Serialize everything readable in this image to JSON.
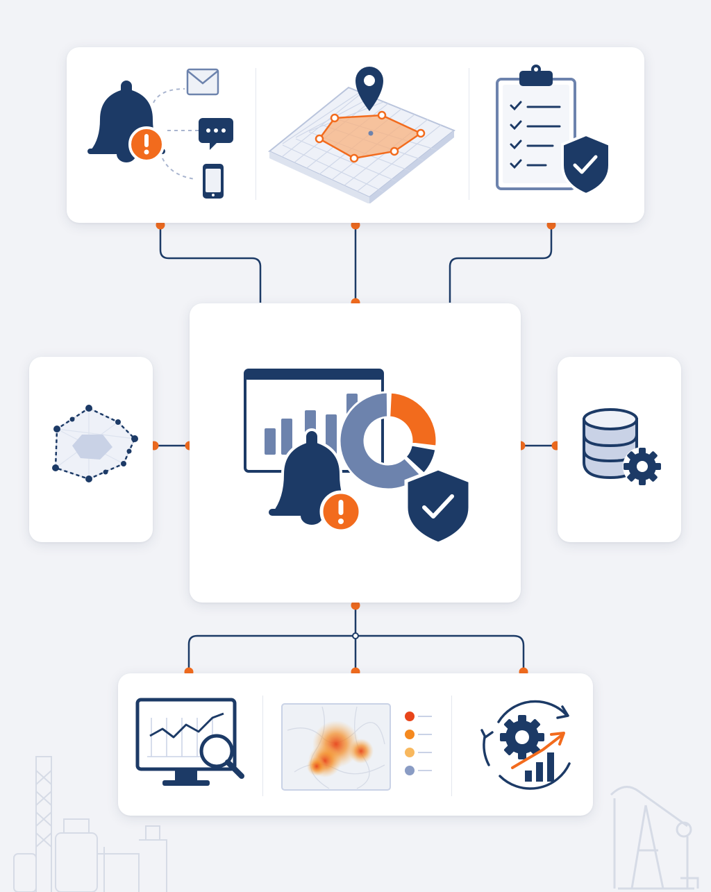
{
  "colors": {
    "navy": "#1c3a66",
    "orange": "#f26b1d",
    "slate": "#6d83ad",
    "light_slate": "#c9d2e6",
    "background": "#f2f3f7",
    "card": "#ffffff"
  },
  "top_panel": {
    "items": [
      {
        "name": "alert-notification-channels",
        "icons": [
          "bell-icon",
          "alert-badge-icon",
          "email-icon",
          "chat-icon",
          "smartphone-icon"
        ]
      },
      {
        "name": "geofence-map",
        "icons": [
          "location-pin-icon",
          "grid-map-icon",
          "polygon-area-icon"
        ]
      },
      {
        "name": "compliance-checklist",
        "icons": [
          "clipboard-icon",
          "checklist-icon",
          "shield-check-icon"
        ]
      }
    ]
  },
  "center_hub": {
    "name": "monitoring-dashboard-hub",
    "icons": [
      "dashboard-window-icon",
      "bar-chart-icon",
      "donut-chart-icon",
      "bell-icon",
      "alert-badge-icon",
      "shield-check-icon"
    ],
    "donut_segments": [
      {
        "color": "#f26b1d",
        "share": 0.27
      },
      {
        "color": "#1c3a66",
        "share": 0.1
      },
      {
        "color": "#6d83ad",
        "share": 0.63
      }
    ]
  },
  "left_panel": {
    "name": "sensor-network",
    "icons": [
      "network-polygon-icon"
    ]
  },
  "right_panel": {
    "name": "database-settings",
    "icons": [
      "database-icon",
      "gear-icon"
    ]
  },
  "bottom_panel": {
    "items": [
      {
        "name": "analytics-monitor",
        "icons": [
          "monitor-icon",
          "line-chart-icon",
          "magnifier-icon"
        ]
      },
      {
        "name": "heatmap",
        "icons": [
          "heatmap-icon"
        ],
        "legend_colors": [
          "#e8451a",
          "#f5891f",
          "#f8b85e",
          "#8a9cc4"
        ]
      },
      {
        "name": "process-optimization",
        "icons": [
          "cycle-arrows-icon",
          "gear-icon",
          "growth-chart-icon"
        ]
      }
    ]
  },
  "background_decor": [
    "refinery-silhouette",
    "pumpjack-silhouette"
  ]
}
